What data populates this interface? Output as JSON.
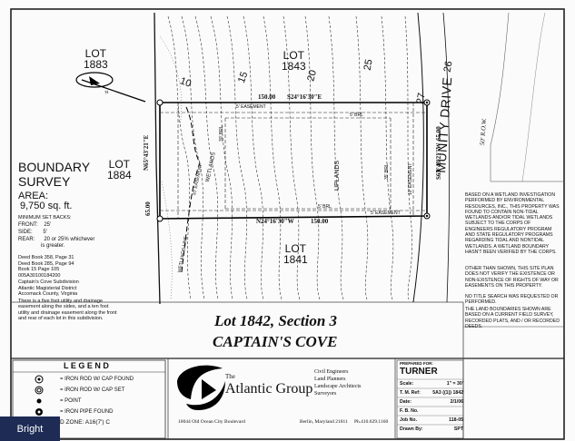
{
  "lots": {
    "lot1883": "LOT\n1883",
    "lot1843": "LOT\n1843",
    "lot1884": "LOT\n1884",
    "lot1841": "LOT\n1841"
  },
  "road": {
    "name": "MUNITY DRIVE",
    "row": "50' R.O.W."
  },
  "contours": [
    "10",
    "15",
    "20",
    "25",
    "26",
    "27"
  ],
  "bearings": {
    "north_dist": "150.00",
    "north_bearing": "S24°16'30\"E",
    "west_bearing": "N65°43'21\"E",
    "west_dist": "65.00",
    "east_bearing": "S65°43'21\"W",
    "east_dist": "65.00",
    "south_bearing": "N24°16'30\"W",
    "south_dist": "150.00"
  },
  "plan_labels": {
    "easement5_top": "5' EASEMENT",
    "brl5_top": "5' BRL",
    "brl5_bottom": "5' BRL",
    "easement5_bottom": "5' EASEMENT",
    "brl30": "30' BRL",
    "easement10_w": "10' EASEMENT",
    "wetlands": "WETLANDS",
    "uplands": "UPLANDS",
    "brl35": "35' BRL",
    "easement10_e": "10' EASEMENT",
    "wetlands_line": "WETLANDS LINE",
    "north_arrow": "N"
  },
  "survey": {
    "title": "BOUNDARY\nSURVEY",
    "area_label": "AREA:",
    "area_value": "9,750 sq. ft.",
    "setbacks_title": "MINIMUM SET BACKS:",
    "front": "FRONT:    25'",
    "side": "SIDE:       5'",
    "rear": "REAR:      20 or 25% whichever\n               is greater.",
    "deed": "Deed Book 358, Page 31\nDeed Book 285, Page 94\nBook 15 Page 105\n005A30100184200",
    "subdivision": "Captain's Cove Subdivision\nAtlantic Magisterial District\nAccomack County, Virginia",
    "easement_note": "There is a five foot utility and drainage easement along the sides, and a ten foot utility and drainage easement along the front and rear of each lot in this subdivision."
  },
  "wetland_note": "BASED ON A WETLAND INVESTIGATION PERFORMED BY ENVIRONMENTAL RESOURCES, INC., THIS PROPERTY WAS FOUND TO CONTAIN NON-TIDAL WETLANDS AND/OR TIDAL WETLANDS SUBJECT TO THE CORPS OF ENGINEERS REGULATORY PROGRAM AND STATE REGULATORY PROGRAMS REGARDING TIDAL AND NONTIDAL WETLANDS. A WETLAND BOUNDARY HASN'T BEEN VERIFIED BY THE CORPS.",
  "other_note": "OTHER THAN SHOWN, THIS SITE PLAN DOES NOT VERIFY THE EXISTENCE OR NON-EXISTENCE OF RIGHTS OF WAY OR EASEMENTS ON THIS PROPERTY.",
  "title_note": "NO TITLE SEARCH WAS REQUESTED OR PERFORMED.",
  "land_note": "THE LAND BOUNDARIES SHOWN ARE BASED ON A CURRENT FIELD SURVEY, RECORDED PLATS, AND / OR RECORDED DEEDS.",
  "plat_title": {
    "line1": "Lot 1842, Section 3",
    "line2": "CAPTAIN'S COVE"
  },
  "legend": {
    "heading": "L E G E N D",
    "items": [
      "= IRON ROD W/ CAP FOUND",
      "= IRON ROD W/ CAP SET",
      "= POINT",
      "= IRON PIPE FOUND"
    ],
    "flood_zone": "D ZONE: A16(7')  C"
  },
  "company": {
    "the": "The",
    "name": "Atlantic Group",
    "services": "Civil Engineers\nLand Planners\nLandscape Architects\nSurveyors",
    "address": "10044 Old Ocean City Boulevard",
    "city": "Berlin, Maryland 21811",
    "phone": "Ph.410.629.1160"
  },
  "title_block": {
    "prepared_for_label": "PREPARED FOR:",
    "client": "TURNER",
    "rows": [
      {
        "k": "Scale:",
        "v": "1\" = 30'"
      },
      {
        "k": "T. M. Ref:",
        "v": "5A3 ((1)) 1842"
      },
      {
        "k": "Date:",
        "v": "2/1/06"
      },
      {
        "k": "F. B. No.",
        "v": ""
      },
      {
        "k": "Job No.",
        "v": "118-05"
      },
      {
        "k": "Drawn By:",
        "v": "SPT"
      }
    ]
  },
  "watermark": "Bright"
}
